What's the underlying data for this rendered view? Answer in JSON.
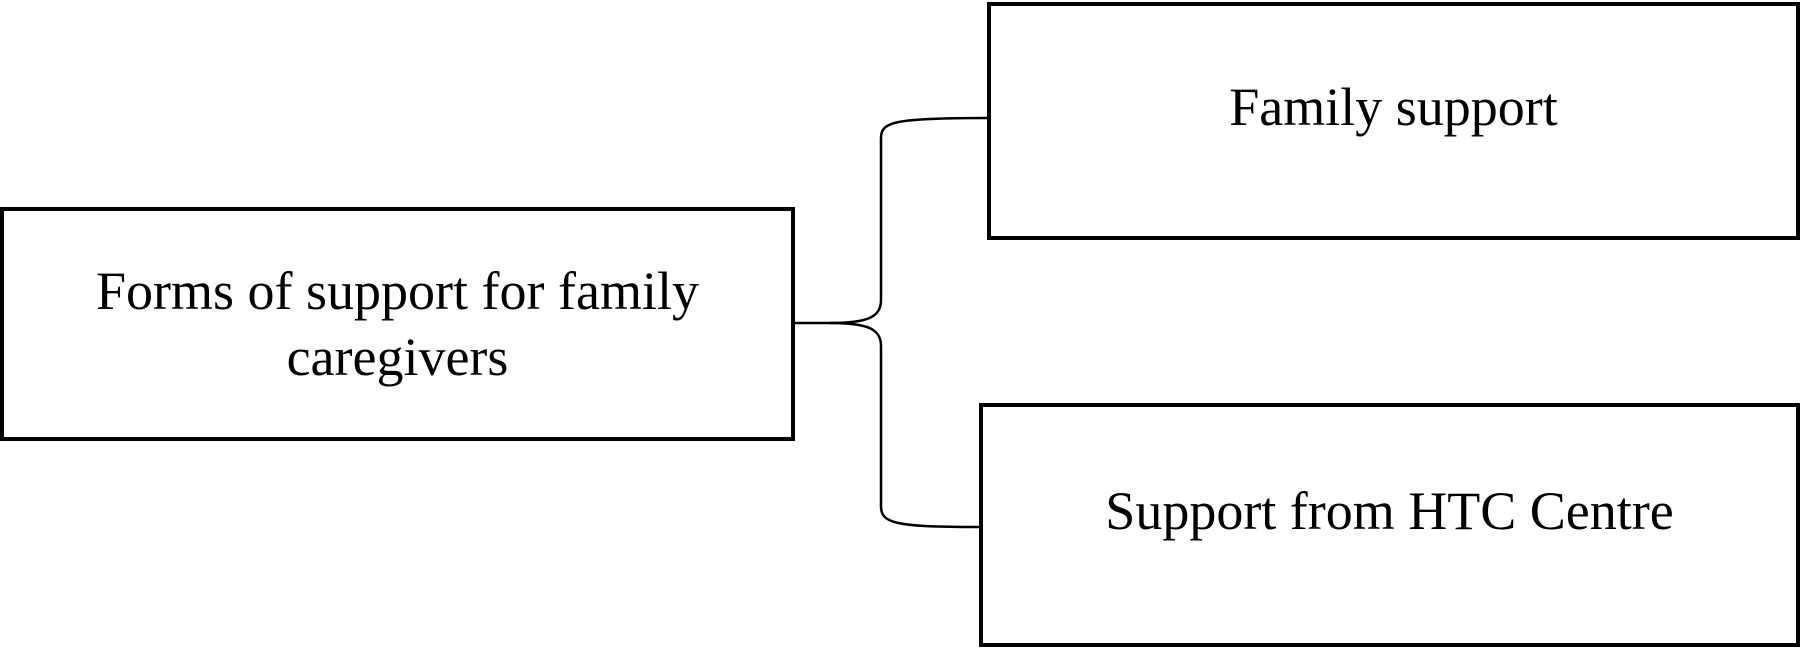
{
  "diagram": {
    "root": {
      "label": "Forms of support for family caregivers"
    },
    "children": [
      {
        "label": "Family support"
      },
      {
        "label": "Support from HTC Centre"
      }
    ],
    "colors": {
      "stroke": "#000000",
      "background": "#ffffff"
    }
  }
}
